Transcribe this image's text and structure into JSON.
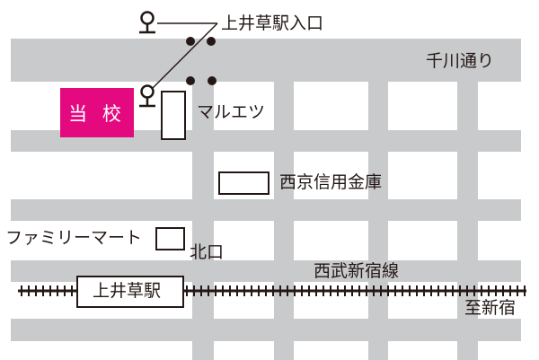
{
  "colors": {
    "road": "#c9cacb",
    "ink": "#231815",
    "school": "#e4097f",
    "background": "#ffffff"
  },
  "school_label": "当 校",
  "labels": {
    "entrance": "上井草駅入口",
    "street": "千川通り",
    "maruetsu": "マルエツ",
    "bank": "西京信用金庫",
    "familymart": "ファミリーマート",
    "north_exit": "北口",
    "railway": "西武新宿線",
    "station": "上井草駅",
    "direction": "至新宿"
  },
  "icons": {
    "bus_stop": "bus-stop-icon",
    "traffic_light": "traffic-signal-dot-icon"
  }
}
